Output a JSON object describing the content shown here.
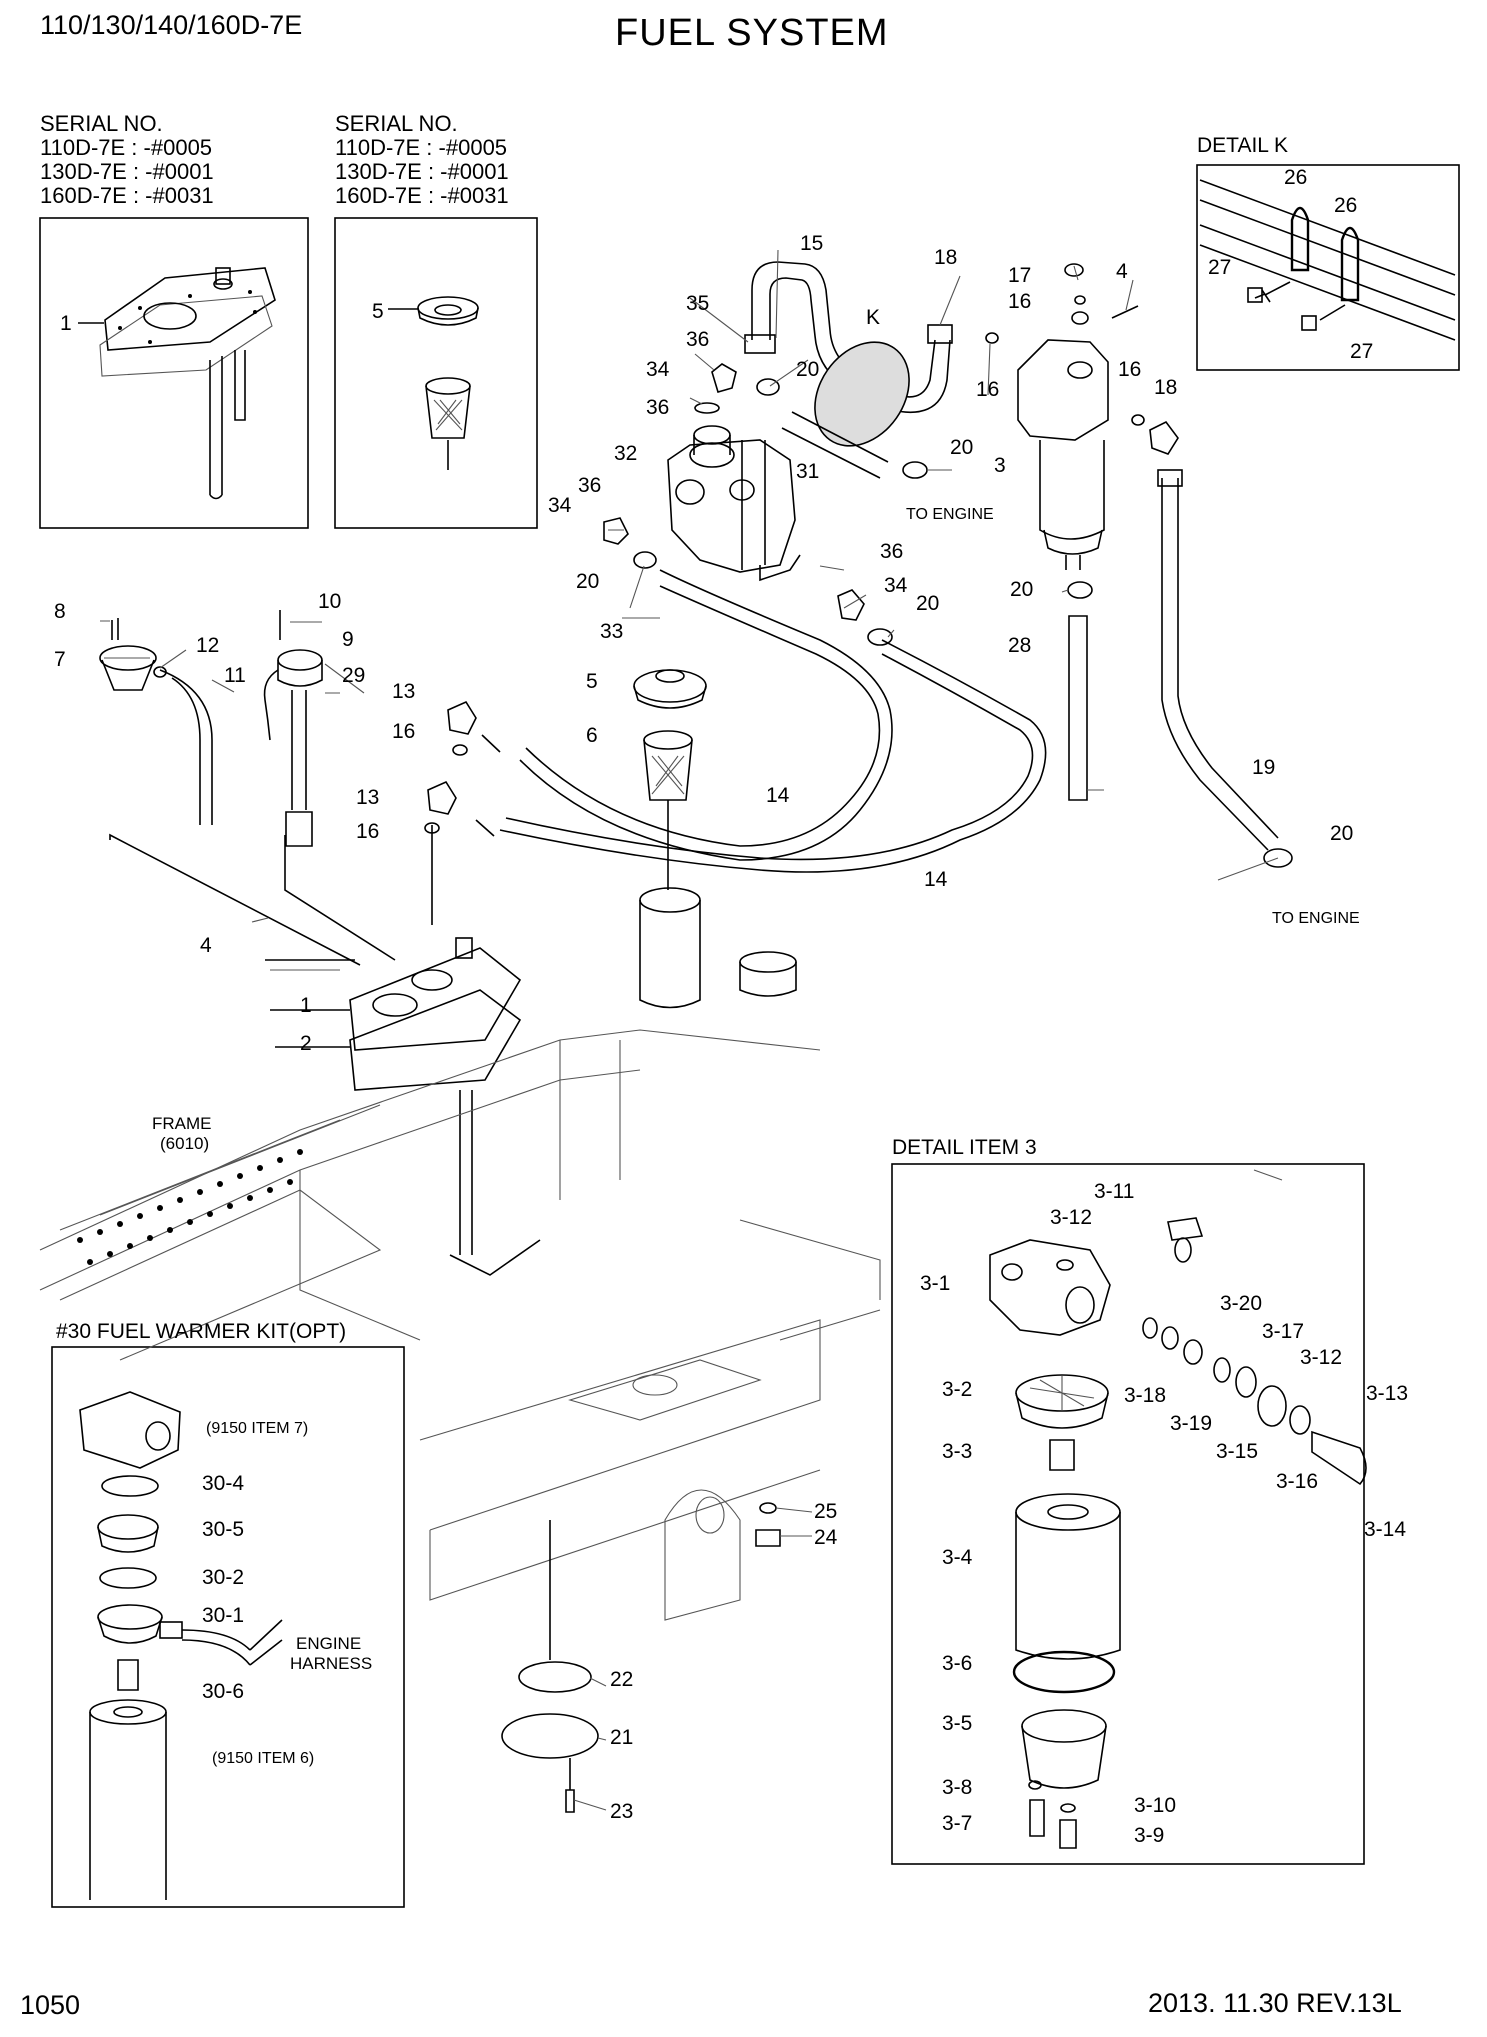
{
  "header": {
    "models": "110/130/140/160D-7E",
    "title": "FUEL SYSTEM"
  },
  "footer": {
    "page": "1050",
    "revision": "2013. 11.30  REV.13L"
  },
  "serial_boxes": [
    {
      "heading": "SERIAL NO.",
      "lines": [
        "110D-7E : -#0005",
        "130D-7E : -#0001",
        "160D-7E : -#0031"
      ]
    },
    {
      "heading": "SERIAL NO.",
      "lines": [
        "110D-7E : -#0005",
        "130D-7E : -#0001",
        "160D-7E : -#0031"
      ]
    }
  ],
  "panels": {
    "detail_k": "DETAIL K",
    "detail_item3": "DETAIL ITEM 3",
    "fuel_warmer": "#30 FUEL WARMER KIT(OPT)"
  },
  "notes": {
    "to_engine": "TO ENGINE",
    "frame": "FRAME",
    "frame_no": "(6010)",
    "engine": "ENGINE",
    "harness": "HARNESS",
    "item7": "(9150 ITEM 7)",
    "item6": "(9150 ITEM 6)",
    "k": "K"
  },
  "callouts": {
    "n1": "1",
    "n2": "2",
    "n3": "3",
    "n4": "4",
    "n5": "5",
    "n6": "6",
    "n7": "7",
    "n8": "8",
    "n9": "9",
    "n10": "10",
    "n11": "11",
    "n12": "12",
    "n13": "13",
    "n14": "14",
    "n15": "15",
    "n16": "16",
    "n17": "17",
    "n18": "18",
    "n19": "19",
    "n20": "20",
    "n21": "21",
    "n22": "22",
    "n23": "23",
    "n24": "24",
    "n25": "25",
    "n26": "26",
    "n27": "27",
    "n28": "28",
    "n29": "29",
    "n31": "31",
    "n32": "32",
    "n33": "33",
    "n34": "34",
    "n35": "35",
    "n36": "36",
    "d3_1": "3-1",
    "d3_2": "3-2",
    "d3_3": "3-3",
    "d3_4": "3-4",
    "d3_5": "3-5",
    "d3_6": "3-6",
    "d3_7": "3-7",
    "d3_8": "3-8",
    "d3_9": "3-9",
    "d3_10": "3-10",
    "d3_11": "3-11",
    "d3_12": "3-12",
    "d3_13": "3-13",
    "d3_14": "3-14",
    "d3_15": "3-15",
    "d3_16": "3-16",
    "d3_17": "3-17",
    "d3_18": "3-18",
    "d3_19": "3-19",
    "d3_20": "3-20",
    "w30_1": "30-1",
    "w30_2": "30-2",
    "w30_4": "30-4",
    "w30_5": "30-5",
    "w30_6": "30-6"
  }
}
